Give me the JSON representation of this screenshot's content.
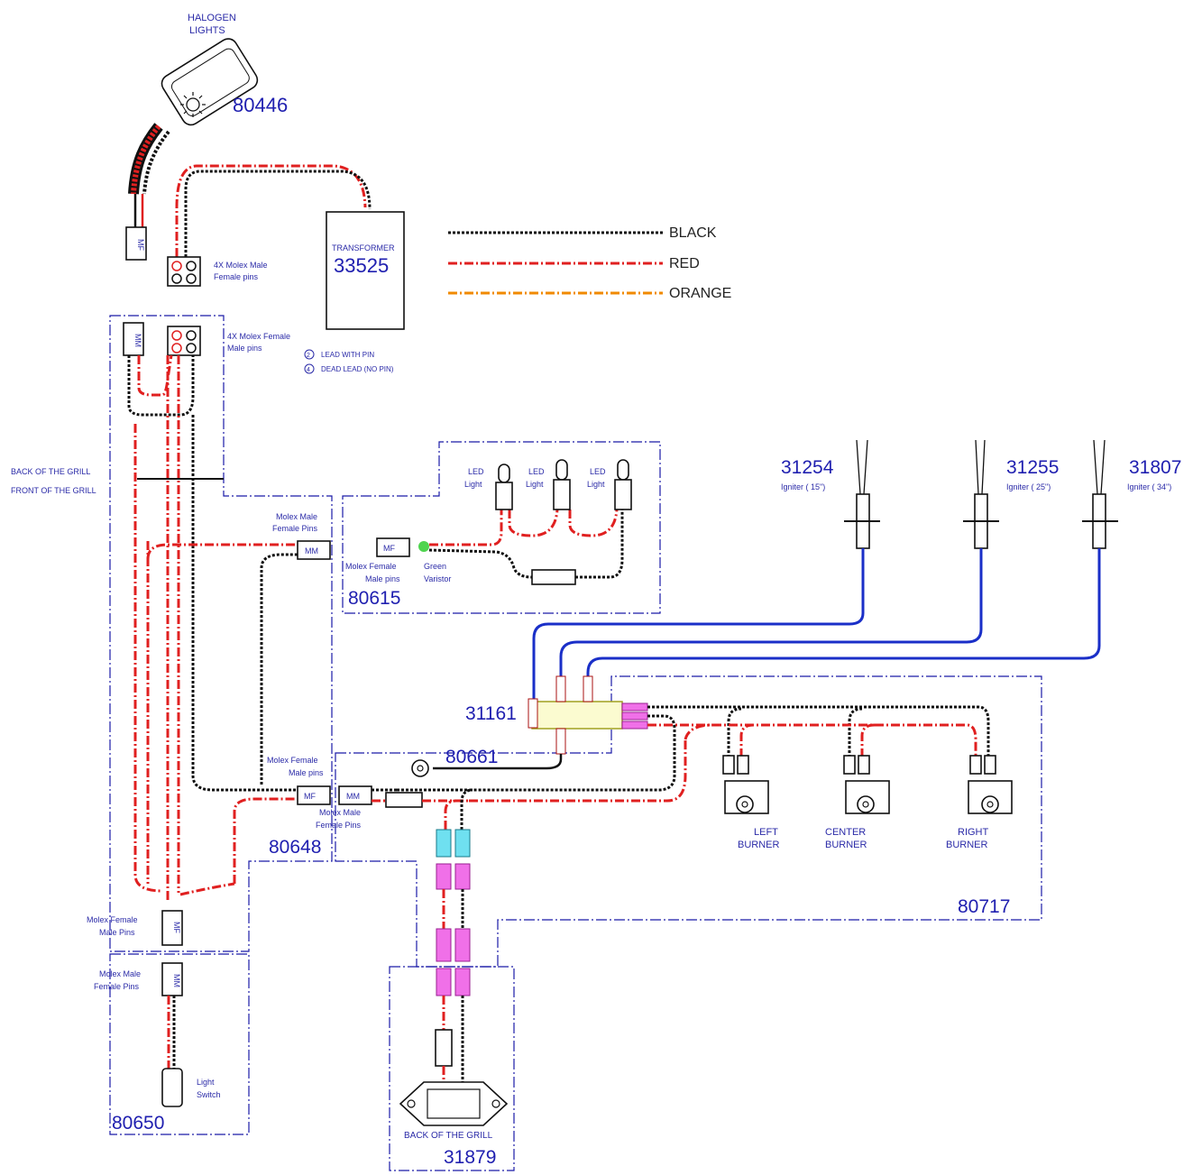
{
  "labels": {
    "halogen_lights": [
      "HALOGEN",
      "LIGHTS"
    ],
    "molex_male_female_pins_top": [
      "4X Molex Male",
      "Female pins"
    ],
    "transformer": "TRANSFORMER",
    "molex_female_male_pins_top": [
      "4X Molex Female",
      "Male pins"
    ],
    "lead_with_pin": "LEAD WITH PIN",
    "dead_lead": "DEAD LEAD  (NO PIN)",
    "pin_2": "2",
    "pin_4": "4",
    "back_of_grill_line": "BACK OF THE GRILL",
    "front_of_grill_line": "FRONT OF THE GRILL",
    "molex_male_female_pins_mid": [
      "Molex Male",
      "Female Pins"
    ],
    "molex_female_male_pins_80615": [
      "Molex Female",
      "Male pins"
    ],
    "green_varistor": [
      "Green",
      "Varistor"
    ],
    "led_light": [
      "LED",
      "Light"
    ],
    "igniter_15": "Igniter  ( 15\")",
    "igniter_25": "Igniter  ( 25\")",
    "igniter_34": "Igniter  ( 34\")",
    "molex_female_male_pins_80648": [
      "Molex Female",
      "Male pins"
    ],
    "molex_male_female_pins_80648": [
      "Molex Male",
      "Female Pins"
    ],
    "left_burner": [
      "LEFT",
      "BURNER"
    ],
    "center_burner": [
      "CENTER",
      "BURNER"
    ],
    "right_burner": [
      "RIGHT",
      "BURNER"
    ],
    "molex_female_male_pins_bottom": [
      "Molex Female",
      "Male Pins"
    ],
    "molex_male_female_pins_bottom": [
      "Molex Male",
      "Female Pins"
    ],
    "light_switch": [
      "Light",
      "Switch"
    ],
    "back_of_grill_31879": "BACK OF THE GRILL",
    "conn_mf": "MF",
    "conn_mm": "MM"
  },
  "part_numbers": {
    "halogen": "80446",
    "transformer": "33525",
    "led_harness": "80615",
    "igniter_left": "31254",
    "igniter_center": "31255",
    "igniter_right": "31807",
    "spark_module": "31161",
    "ground_harness": "80661",
    "main_harness": "80648",
    "burner_harness": "80717",
    "switch_harness": "80650",
    "battery_box": "31879"
  },
  "legend": [
    {
      "label": "BLACK",
      "color": "#111111"
    },
    {
      "label": "RED",
      "color": "#e02020"
    },
    {
      "label": "ORANGE",
      "color": "#f08a00"
    }
  ]
}
